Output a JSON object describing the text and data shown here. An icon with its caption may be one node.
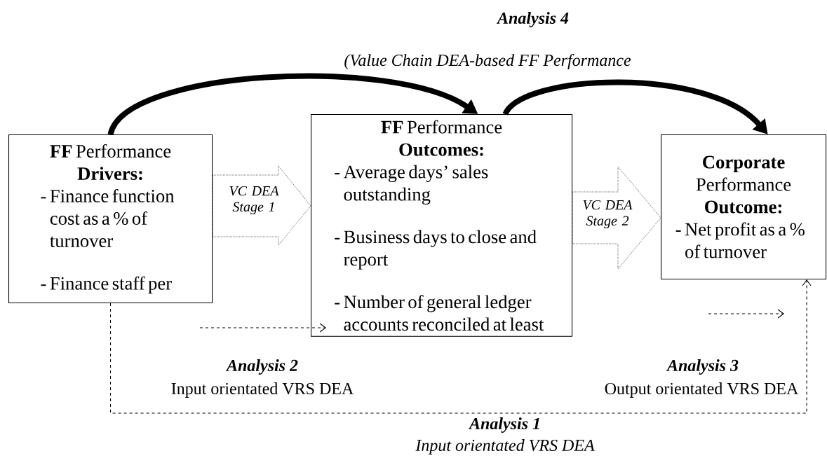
{
  "diagram": {
    "nodes": [
      {
        "text": [
          "**FF** Performance **Drivers:**",
          "- Finance function cost as a % of turnover",
          "- Finance staff per"
        ]
      },
      {
        "text": [
          "**FF** Performance **Outcomes:**",
          "- Average days’ sales outstanding",
          "- Business days to close and report",
          "- Number of general ledger accounts reconciled at least"
        ]
      },
      {
        "text": [
          "**Corporate** Performance **Outcome:**",
          "- Net profit as a % of turnover"
        ]
      }
    ],
    "edges": [
      {
        "from": 0,
        "to": 1,
        "arrow": "to",
        "label": "VC DEA Stage 1"
      },
      {
        "from": 1,
        "to": 2,
        "arrow": "to",
        "label": "VC DEA Stage 2"
      },
      {
        "from": 0,
        "to": 1,
        "arrow": "to"
      },
      {
        "from": 1,
        "to": 2,
        "arrow": "to"
      },
      {
        "from": 0,
        "to": 2,
        "arrow": "to",
        "style": "dashed"
      }
    ],
    "labels": [
      "Analysis 4",
      "(Value Chain DEA-based FF Performance",
      "Analysis 2",
      "Input orientated VRS DEA",
      "Analysis 3",
      "Output orientated VRS DEA",
      "Analysis 1",
      "Input orientated VRS DEA"
    ]
  }
}
